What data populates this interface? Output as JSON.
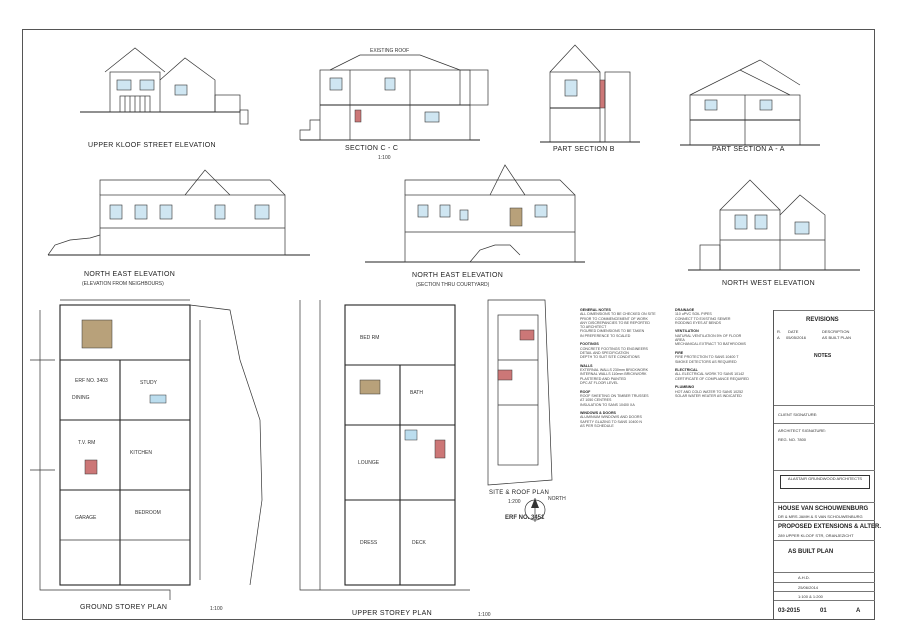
{
  "drawings": {
    "elevations": {
      "upper_kloof": {
        "title": "UPPER KLOOF STREET ELEVATION"
      },
      "section_cc": {
        "title": "SECTION  C - C",
        "scale": "1:100",
        "roof_label": "EXISTING ROOF"
      },
      "part_section_b": {
        "title": "PART SECTION B"
      },
      "part_section_aa": {
        "title": "PART SECTION  A - A"
      },
      "ne_neighbours": {
        "title": "NORTH EAST ELEVATION",
        "subtitle": "(ELEVATION FROM NEIGHBOURS)"
      },
      "ne_courtyard": {
        "title": "NORTH EAST ELEVATION",
        "subtitle": "(SECTION THRU COURTYARD)"
      },
      "north_west": {
        "title": "NORTH WEST ELEVATION"
      }
    },
    "plans": {
      "ground": {
        "title": "GROUND STOREY PLAN",
        "scale": "1:100",
        "erf_label": "ERF NO. 3403",
        "rooms": [
          "DINING",
          "KITCHEN",
          "T.V. RM",
          "BEDROOM",
          "GARAGE",
          "STUDY"
        ]
      },
      "upper": {
        "title": "UPPER STOREY PLAN",
        "scale": "1:100",
        "rooms": [
          "BED RM",
          "BATH",
          "LOUNGE",
          "DECK",
          "DRESS"
        ]
      },
      "site": {
        "title": "SITE & ROOF PLAN",
        "scale": "1:200",
        "erf_label": "ERF NO. 3451",
        "north_label": "NORTH"
      }
    }
  },
  "notes_blocks": [
    {
      "heading": "GENERAL NOTES",
      "lines": [
        "ALL DIMENSIONS TO BE CHECKED ON SITE",
        "PRIOR TO COMMENCEMENT OF WORK",
        "ANY DISCREPANCIES TO BE REPORTED",
        "TO ARCHITECT",
        "FIGURED DIMENSIONS TO BE TAKEN",
        "IN PREFERENCE TO SCALED"
      ]
    },
    {
      "heading": "FOOTINGS",
      "lines": [
        "CONCRETE FOOTINGS TO ENGINEERS",
        "DETAIL AND SPECIFICATION",
        "DEPTH TO SUIT SITE CONDITIONS"
      ]
    },
    {
      "heading": "WALLS",
      "lines": [
        "EXTERNAL WALLS 230mm BRICKWORK",
        "INTERNAL WALLS 110mm BRICKWORK",
        "PLASTERED AND PAINTED",
        "DPC AT FLOOR LEVEL"
      ]
    },
    {
      "heading": "ROOF",
      "lines": [
        "ROOF SHEETING ON TIMBER TRUSSES",
        "AT 1050 CENTRES",
        "INSULATION TO SANS 10400 XA"
      ]
    },
    {
      "heading": "WINDOWS & DOORS",
      "lines": [
        "ALUMINIUM WINDOWS AND DOORS",
        "SAFETY GLAZING TO SANS 10400 N",
        "AS PER SCHEDULE"
      ]
    },
    {
      "heading": "DRAINAGE",
      "lines": [
        "110 uPVC SOIL PIPES",
        "CONNECT TO EXISTING SEWER",
        "RODDING EYES AT BENDS"
      ]
    },
    {
      "heading": "VENTILATION",
      "lines": [
        "NATURAL VENTILATION 5% OF FLOOR",
        "AREA",
        "MECHANICAL EXTRACT TO BATHROOMS"
      ]
    },
    {
      "heading": "FIRE",
      "lines": [
        "FIRE PROTECTION TO SANS 10400 T",
        "SMOKE DETECTORS AS REQUIRED"
      ]
    },
    {
      "heading": "ELECTRICAL",
      "lines": [
        "ALL ELECTRICAL WORK TO SANS 10142",
        "CERTIFICATE OF COMPLIANCE REQUIRED"
      ]
    },
    {
      "heading": "PLUMBING",
      "lines": [
        "HOT AND COLD WATER TO SANS 10252",
        "SOLAR WATER HEATER AS INDICATED"
      ]
    }
  ],
  "title_block": {
    "revisions_title": "REVISIONS",
    "rev_headers": [
      "R.",
      "DATE",
      "DESCRIPTION"
    ],
    "rev_row": [
      "A",
      "05/05/2016",
      "AS BUILT PLAN"
    ],
    "notes_title": "NOTES",
    "client_sig": "CLIENT SIGNATURE:",
    "architect_sig": "ARCHITECT SIGNATURE:",
    "reg_no": "REG. NO. 7800",
    "firm_name": "ALASTAIR GRUNDWOOD ARCHITECTS",
    "project": "HOUSE VAN SCHOUWENBURG",
    "client": "DR & MRS JAMH & S VAN SCHOUWENBURG",
    "description": "PROPOSED EXTENSIONS & ALTER.",
    "address": "289 UPPER KLOOF STR, ORANJEZICHT",
    "drawing_title": "AS BUILT PLAN",
    "drawn": "A.H.D.",
    "date": "25/06/2014",
    "scale": "1:100 & 1:200",
    "project_no": "03-2015",
    "drawing_no": "01",
    "revision": "A"
  }
}
